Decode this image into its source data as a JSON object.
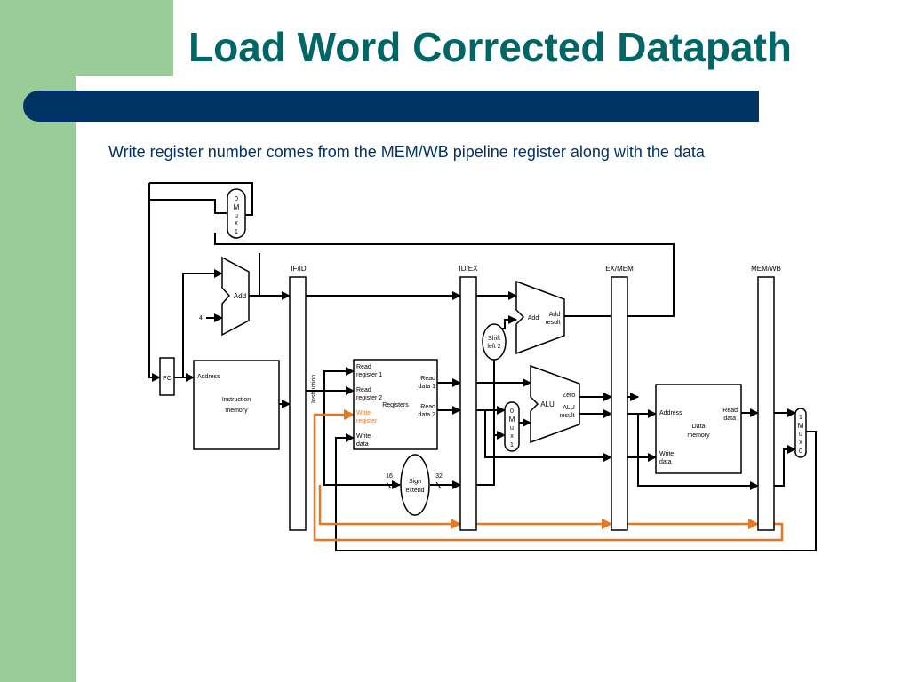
{
  "slide": {
    "title": "Load Word Corrected Datapath",
    "caption": "Write register number comes from the MEM/WB pipeline register along with the data"
  },
  "colors": {
    "sidebar": "#99cc99",
    "title": "#006666",
    "rule": "#003366",
    "highlight": "#e87722"
  },
  "diagram": {
    "pipeline_registers": {
      "if_id": "IF/ID",
      "id_ex": "ID/EX",
      "ex_mem": "EX/MEM",
      "mem_wb": "MEM/WB"
    },
    "pc": "PC",
    "pc_add": "Add",
    "const_four": "4",
    "instruction_memory": {
      "address": "Address",
      "line1": "Instruction",
      "line2": "memory"
    },
    "instruction_label": "Instruction",
    "top_mux": {
      "l1": "0",
      "l2": "M",
      "l3": "u",
      "l4": "x",
      "l5": "1"
    },
    "registers": {
      "read_reg1_a": "Read",
      "read_reg1_b": "register 1",
      "read_reg2_a": "Read",
      "read_reg2_b": "register 2",
      "write_reg_a": "Write",
      "write_reg_b": "register",
      "write_data_a": "Write",
      "write_data_b": "data",
      "read_data1_a": "Read",
      "read_data1_b": "data 1",
      "read_data2_a": "Read",
      "read_data2_b": "data 2",
      "name": "Registers"
    },
    "sign_extend": {
      "l1": "Sign",
      "l2": "extend",
      "in_bits": "16",
      "out_bits": "32"
    },
    "shift_left": {
      "l1": "Shift",
      "l2": "left 2"
    },
    "branch_add": {
      "add": "Add",
      "res1": "Add",
      "res2": "result"
    },
    "alu_mux": {
      "l1": "0",
      "l2": "M",
      "l3": "u",
      "l4": "x",
      "l5": "1"
    },
    "alu": {
      "name": "ALU",
      "zero": "Zero",
      "res1": "ALU",
      "res2": "result"
    },
    "data_memory": {
      "address": "Address",
      "read1": "Read",
      "read2": "data",
      "name1": "Data",
      "name2": "memory",
      "write1": "Write",
      "write2": "data"
    },
    "wb_mux": {
      "l1": "1",
      "l2": "M",
      "l3": "u",
      "l4": "x",
      "l5": "0"
    }
  }
}
